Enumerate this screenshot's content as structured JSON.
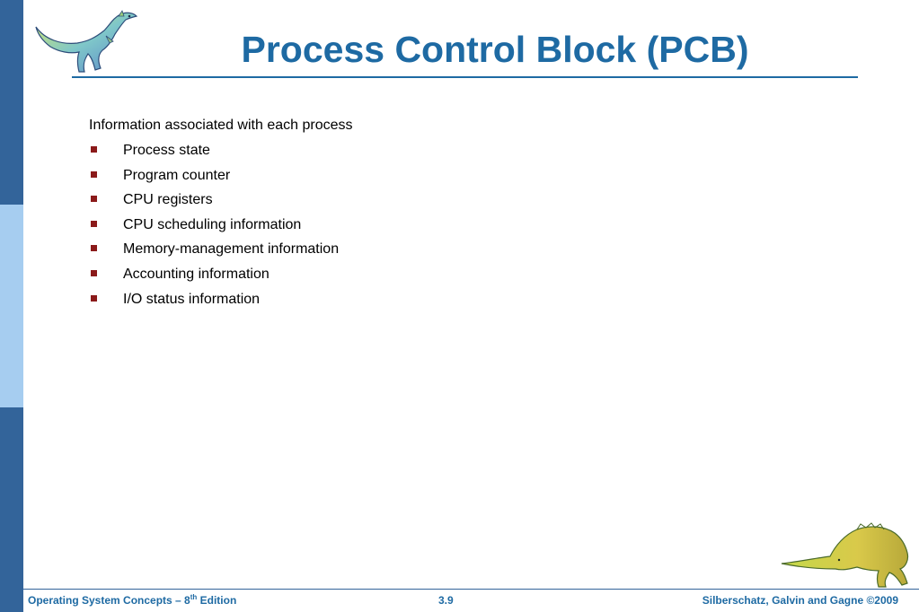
{
  "slide": {
    "title": "Process Control Block (PCB)",
    "intro": "Information associated with each process",
    "bullets": [
      "Process state",
      "Program counter",
      "CPU registers",
      "CPU scheduling information",
      "Memory-management information",
      "Accounting information",
      "I/O status information"
    ]
  },
  "footer": {
    "left_prefix": "Operating System Concepts – 8",
    "left_sup": "th",
    "left_suffix": " Edition",
    "center": "3.9",
    "right": "Silberschatz, Galvin and Gagne ©2009"
  },
  "colors": {
    "title": "#1e6aa3",
    "side_bar_dark": "#33649a",
    "side_bar_light": "#a6cdf0",
    "bullet": "#8b1a1a"
  },
  "icons": {
    "top_left": "dinosaur-standing-illustration",
    "bottom_right": "dinosaur-crouching-illustration",
    "bullet": "square-bullet"
  }
}
